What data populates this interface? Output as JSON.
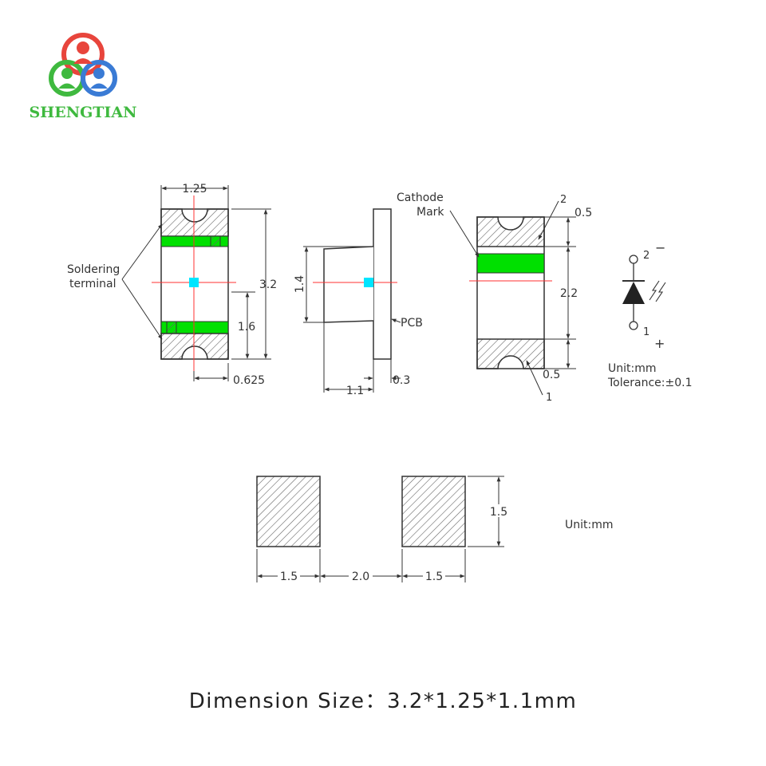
{
  "brand": {
    "name": "SHENGTIAN",
    "logo_colors": {
      "red": "#e8453c",
      "green": "#3fb93f",
      "blue": "#3a7bd5"
    }
  },
  "colors": {
    "green_band": "#00e000",
    "center_mark": "#00e5ff",
    "axis_line": "#ff3030",
    "hatch": "#666666"
  },
  "top_view": {
    "width_label": "1.25",
    "height_label": "3.2",
    "half_height_label": "1.6",
    "offset_label": "0.625",
    "callout_line1": "Soldering",
    "callout_line2": "terminal"
  },
  "side_view": {
    "height_label": "1.4",
    "depth_label": "1.1",
    "pcb_label": "PCB",
    "pcb_thickness_label": "0.3"
  },
  "bottom_view": {
    "cathode_line1": "Cathode",
    "cathode_line2": "Mark",
    "pin2_label": "2",
    "pin1_label": "1",
    "pad_label_top": "0.5",
    "pad_label_bottom": "0.5",
    "span_label": "2.2"
  },
  "schematic": {
    "pin2": "2",
    "pin2_sign": "−",
    "pin1": "1",
    "pin1_sign": "+",
    "unit": "Unit:mm",
    "tolerance": "Tolerance:±0.1"
  },
  "footprint": {
    "pad_width_left": "1.5",
    "gap": "2.0",
    "pad_width_right": "1.5",
    "pad_height": "1.5",
    "unit": "Unit:mm"
  },
  "caption": "Dimension Size：3.2*1.25*1.1mm"
}
